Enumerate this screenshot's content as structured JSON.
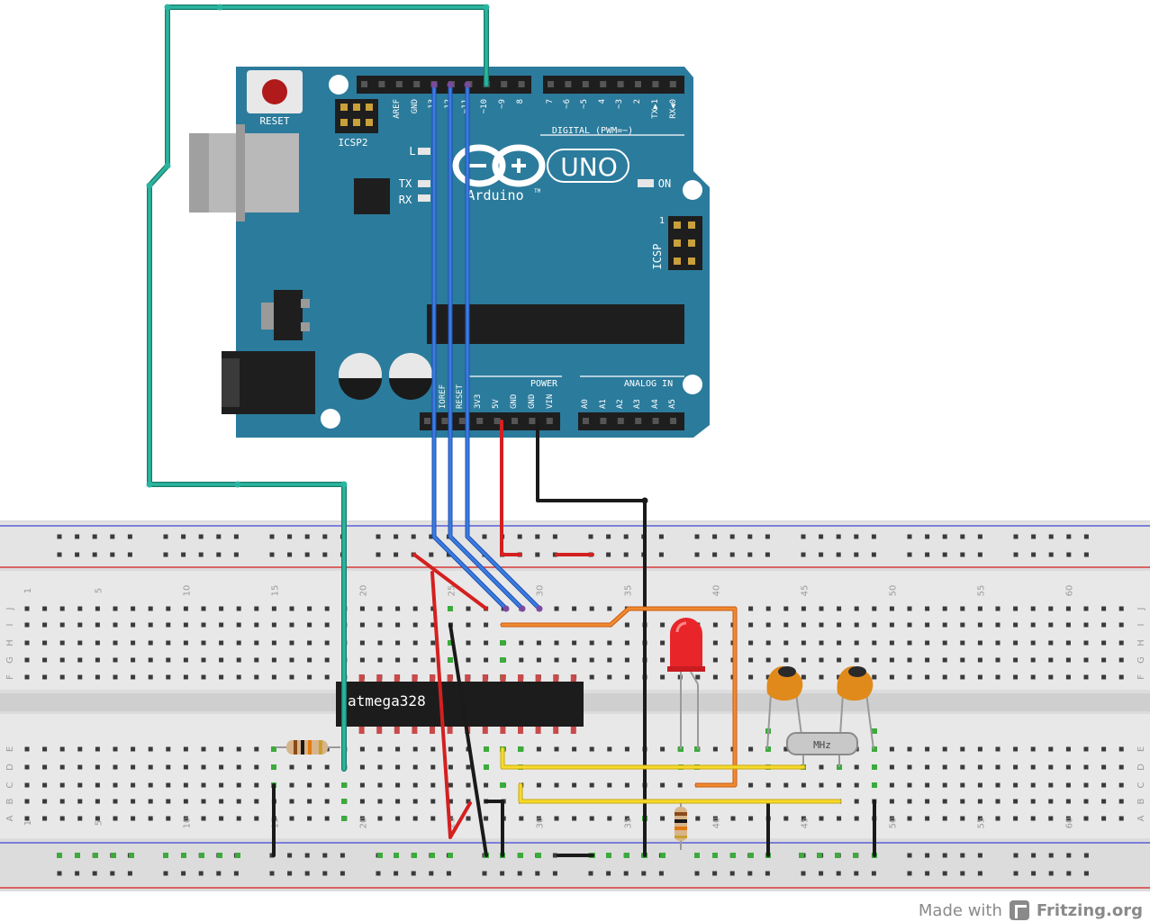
{
  "arduino": {
    "reset_label": "RESET",
    "icsp2_label": "ICSP2",
    "icsp_label": "ICSP",
    "icsp_pin1": "1",
    "digital_label": "DIGITAL (PWM=~)",
    "top_pins": [
      "AREF",
      "GND",
      "13",
      "12",
      "~11",
      "~10",
      "~9",
      "8",
      "7",
      "~6",
      "~5",
      "4",
      "~3",
      "2",
      "TX▶1",
      "RX◀0"
    ],
    "l_label": "L",
    "tx_label": "TX",
    "rx_label": "RX",
    "on_label": "ON",
    "uno_label": "UNO",
    "brand_label": "Arduino",
    "tm_label": "TM",
    "power_label": "POWER",
    "analog_label": "ANALOG IN",
    "power_pins": [
      "IOREF",
      "RESET",
      "3V3",
      "5V",
      "GND",
      "GND",
      "VIN"
    ],
    "analog_pins": [
      "A0",
      "A1",
      "A2",
      "A3",
      "A4",
      "A5"
    ],
    "board_color": "#2b7b9c"
  },
  "breadboard": {
    "col_numbers_top": [
      "1",
      "5",
      "10",
      "15",
      "20",
      "25",
      "30",
      "35",
      "40",
      "45",
      "50",
      "55",
      "60"
    ],
    "col_numbers_bottom": [
      "1",
      "5",
      "10",
      "15",
      "20",
      "25",
      "30",
      "35",
      "40",
      "45",
      "50",
      "55",
      "60"
    ],
    "row_letters_top": [
      "J",
      "I",
      "H",
      "G",
      "F"
    ],
    "row_letters_bottom": [
      "E",
      "D",
      "C",
      "B",
      "A"
    ]
  },
  "components": {
    "chip_label": "atmega328",
    "crystal_label": "MHz"
  },
  "footer": {
    "made_with": "Made with",
    "brand": "Fritzing.org"
  },
  "colors": {
    "wire_blue": "#2f6fd6",
    "wire_red": "#d42020",
    "wire_black": "#1a1a1a",
    "wire_orange": "#f07a20",
    "wire_yellow": "#f2d21a",
    "wire_teal": "#2ab5a0",
    "led_red": "#e8262a",
    "cap_orange": "#e08a1c"
  }
}
